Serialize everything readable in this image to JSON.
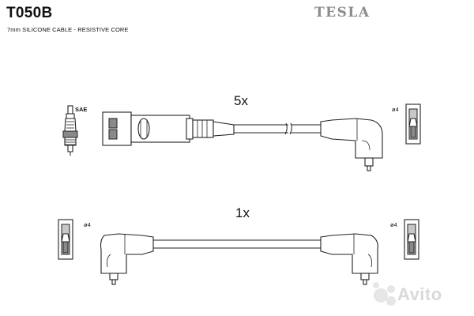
{
  "header": {
    "part_code": "T050B",
    "brand": "TESLA",
    "subtitle": "7mm SILICONE CABLE - RESISTIVE CORE"
  },
  "cables": [
    {
      "quantity": "5x",
      "spark_plug_label": "SAE",
      "terminal_label": "ø4"
    },
    {
      "quantity": "1x",
      "left_terminal_label": "ø4",
      "right_terminal_label": "ø4"
    }
  ],
  "watermark": "Avito"
}
